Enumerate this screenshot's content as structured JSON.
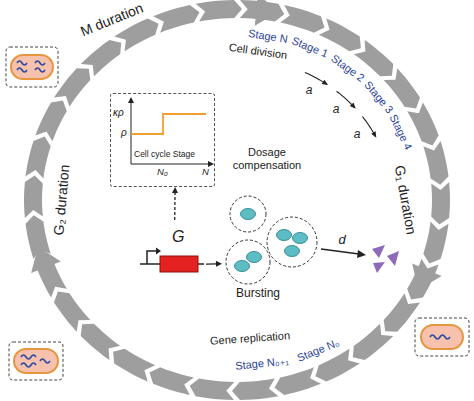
{
  "diagram": {
    "nodes": [
      {
        "text": [
          "Dosage compensation",
          "κρ",
          "ρ",
          "Cell cycle Stage",
          "N₀",
          "N"
        ]
      },
      {
        "text": [
          "G"
        ]
      },
      {
        "text": [
          "Bursting"
        ]
      }
    ],
    "edges": [
      {
        "from": 1,
        "to": 0,
        "arrow": "to"
      },
      {
        "from": 1,
        "to": 2,
        "arrow": "to"
      }
    ],
    "labels": [
      "M duration",
      "G₁ duration",
      "G₂ duration",
      "Stage N",
      "Stage 1",
      "Stage 2",
      "Stage 3",
      "Stage 4",
      "Cell division",
      "a",
      "a",
      "a",
      "Stage N₀",
      "Stage N₀₊₁",
      "Gene replication",
      "d"
    ]
  }
}
